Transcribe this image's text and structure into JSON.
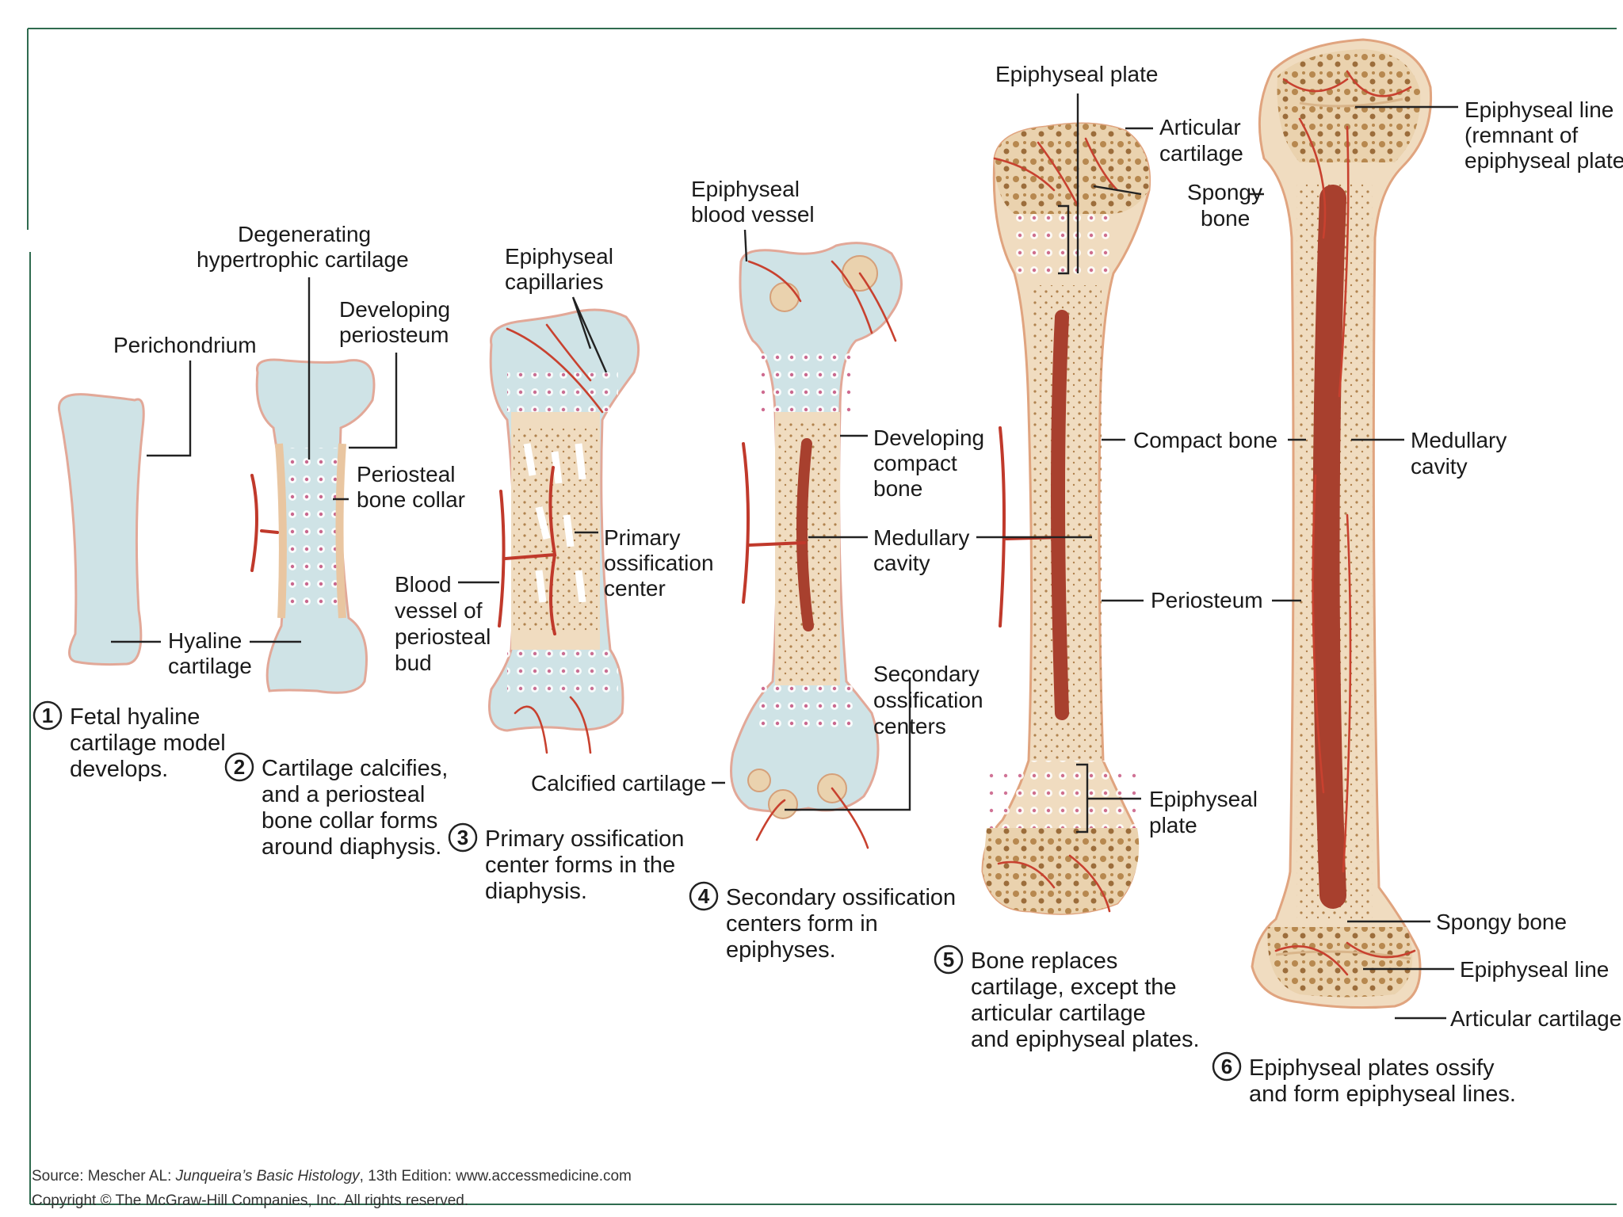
{
  "colors": {
    "cartilage": "#cfe3e6",
    "cartilage_edge": "#e2a898",
    "bone": "#f0dcc0",
    "bone_edge": "#e0a47f",
    "spongy": "#ead2ae",
    "marrow": "#a8402e",
    "vessel": "#c0392b",
    "frame": "#2f6b4f"
  },
  "labels": {
    "perichondrium": "Perichondrium",
    "hyaline_1": "Hyaline",
    "hyaline_2": "cartilage",
    "degen_1": "Degenerating",
    "degen_2": "hypertrophic cartilage",
    "devperi_1": "Developing",
    "devperi_2": "periosteum",
    "collar_1": "Periosteal",
    "collar_2": "bone collar",
    "epicap_1": "Epiphyseal",
    "epicap_2": "capillaries",
    "bv_1": "Blood",
    "bv_2": "vessel of",
    "bv_3": "periosteal",
    "bv_4": "bud",
    "poc_1": "Primary",
    "poc_2": "ossification",
    "poc_3": "center",
    "epivessel_1": "Epiphyseal",
    "epivessel_2": "blood vessel",
    "devcompact_1": "Developing",
    "devcompact_2": "compact",
    "devcompact_3": "bone",
    "medcav4_1": "Medullary",
    "medcav4_2": "cavity",
    "secoss_1": "Secondary",
    "secoss_2": "ossification",
    "secoss_3": "centers",
    "calcified": "Calcified cartilage",
    "epiplate_top": "Epiphyseal plate",
    "artcart5_1": "Articular",
    "artcart5_2": "cartilage",
    "spongy5_1": "Spongy",
    "spongy5_2": "bone",
    "compact": "Compact bone",
    "periosteum": "Periosteum",
    "epiplate5_1": "Epiphyseal",
    "epiplate5_2": "plate",
    "epiline6_1": "Epiphyseal line",
    "epiline6_2": "(remnant of",
    "epiline6_3": "epiphyseal plate)",
    "medcav6_1": "Medullary",
    "medcav6_2": "cavity",
    "spongy6": "Spongy bone",
    "epiline6b": "Epiphyseal line",
    "artcart6": "Articular cartilage"
  },
  "steps": [
    {
      "num": "1",
      "lines": [
        "Fetal hyaline",
        "cartilage model",
        "develops."
      ]
    },
    {
      "num": "2",
      "lines": [
        "Cartilage calcifies,",
        "and a periosteal",
        "bone collar forms",
        "around diaphysis."
      ]
    },
    {
      "num": "3",
      "lines": [
        "Primary ossification",
        "center forms in the",
        "diaphysis."
      ]
    },
    {
      "num": "4",
      "lines": [
        "Secondary ossification",
        "centers form in",
        "epiphyses."
      ]
    },
    {
      "num": "5",
      "lines": [
        "Bone replaces",
        "cartilage, except the",
        "articular cartilage",
        "and epiphyseal plates."
      ]
    },
    {
      "num": "6",
      "lines": [
        "Epiphyseal plates ossify",
        "and form epiphyseal lines."
      ]
    }
  ],
  "source": {
    "prefix": "Source: Mescher AL: ",
    "book": "Junqueira’s Basic Histology",
    "suffix": ", 13th Edition: www.accessmedicine.com",
    "copyright": "Copyright © The McGraw-Hill Companies, Inc. All rights reserved."
  }
}
